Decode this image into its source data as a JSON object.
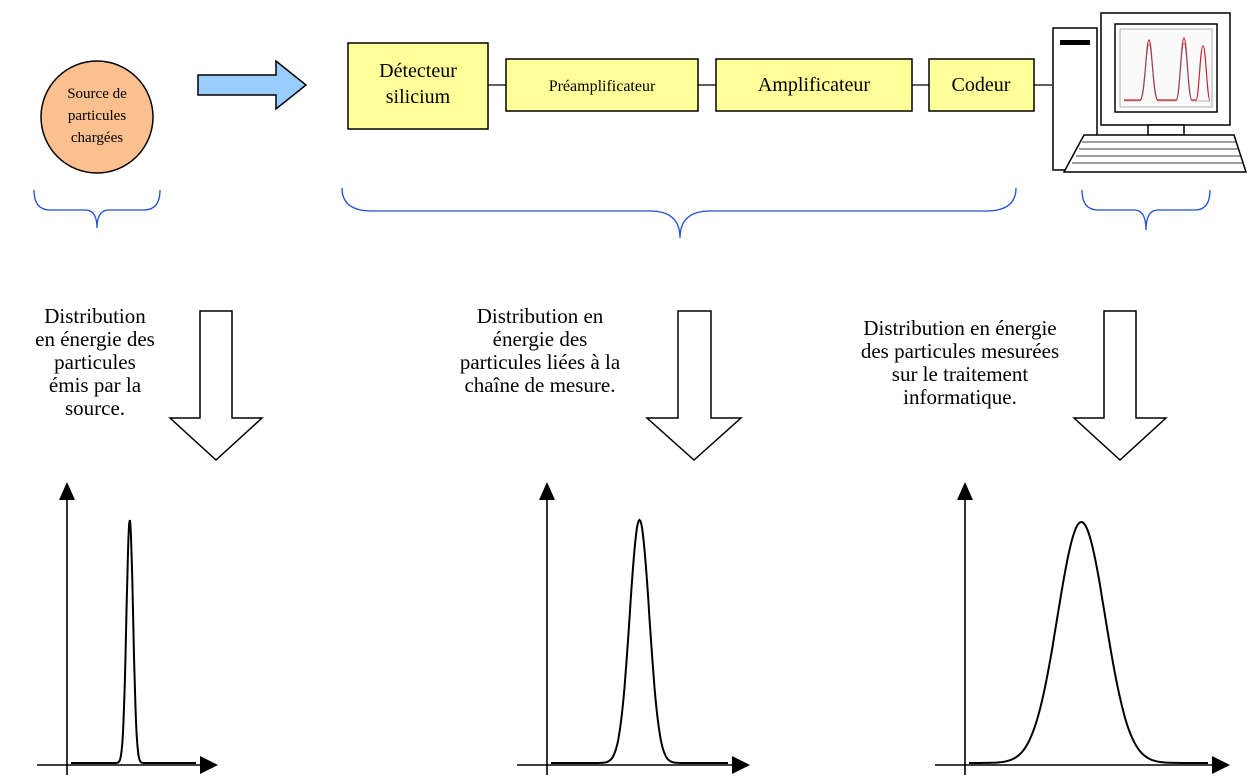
{
  "source": {
    "lines": [
      "Source de",
      "particules",
      "chargées"
    ]
  },
  "chain": [
    {
      "id": "detecteur",
      "lines": [
        "Détecteur",
        "silicium"
      ]
    },
    {
      "id": "preamp",
      "lines": [
        "Préamplificateur"
      ]
    },
    {
      "id": "amp",
      "lines": [
        "Amplificateur"
      ]
    },
    {
      "id": "codeur",
      "lines": [
        "Codeur"
      ]
    }
  ],
  "captions": [
    {
      "id": "source",
      "lines": [
        "Distribution",
        "en énergie des",
        "particules",
        "émis par la",
        "source."
      ]
    },
    {
      "id": "chaine",
      "lines": [
        "Distribution en",
        "énergie des",
        "particules liées à la",
        "chaîne de mesure."
      ]
    },
    {
      "id": "traitement",
      "lines": [
        "Distribution en énergie",
        "des particules mesurées",
        "sur le traitement",
        "informatique."
      ]
    }
  ],
  "colors": {
    "source_fill": "#fac090",
    "box_fill": "#ffff99",
    "arrow_fill": "#99ccff",
    "brace": "#1f4fd0",
    "screen_trace": "#cc2233"
  },
  "icons": [
    "computer-icon",
    "right-arrow-icon",
    "down-arrow-icon",
    "curly-brace-icon"
  ],
  "chart_data": [
    {
      "type": "line",
      "title": "",
      "xlabel": "",
      "ylabel": "",
      "peak_position": 0.47,
      "relative_width": 0.12
    },
    {
      "type": "line",
      "title": "",
      "xlabel": "",
      "ylabel": "",
      "peak_position": 0.5,
      "relative_width": 0.25
    },
    {
      "type": "line",
      "title": "",
      "xlabel": "",
      "ylabel": "",
      "peak_position": 0.47,
      "relative_width": 0.45
    }
  ]
}
